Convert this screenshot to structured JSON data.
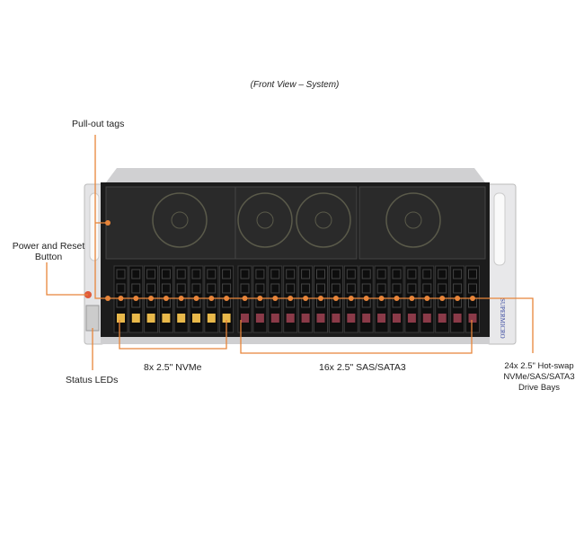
{
  "title": "(Front View – System)",
  "labels": {
    "pullout": "Pull-out tags",
    "power_line1": "Power and Reset",
    "power_line2": "Button",
    "status": "Status LEDs",
    "nvme": "8x 2.5\" NVMe",
    "sas": "16x 2.5\" SAS/SATA3",
    "bays_line1": "24x 2.5\" Hot-swap",
    "bays_line2": "NVMe/SAS/SATA3",
    "bays_line3": "Drive Bays"
  },
  "brand": "SUPERMICRO",
  "drives": {
    "nvme_count": 8,
    "sas_count": 16
  },
  "colors": {
    "callout": "#e8853a",
    "nvme_latch": "#e8b84a",
    "sas_latch": "#8a3a48",
    "chassis": "#1c1c1c"
  }
}
